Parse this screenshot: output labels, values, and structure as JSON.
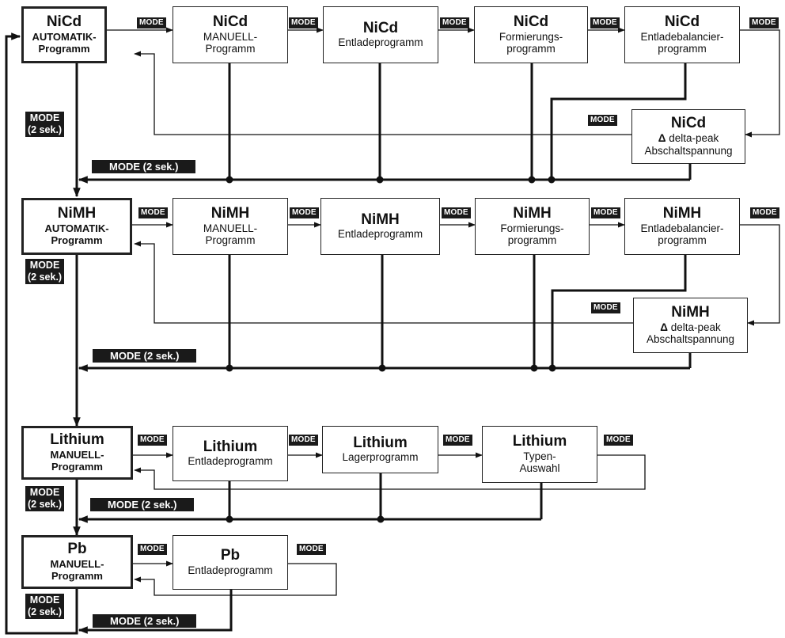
{
  "labels": {
    "mode": "MODE",
    "mode_2s": "MODE\n(2 sek.)",
    "mode_2s_wide": "MODE (2 sek.)",
    "delta_symbol": "Δ"
  },
  "nicd": {
    "title": "NiCd",
    "auto": "AUTOMATIK-\nProgramm",
    "manuell": "MANUELL-\nProgramm",
    "entlade": "Entladeprogramm",
    "formierung": "Formierungs-\nprogramm",
    "balancier": "Entladebalancier-\nprogramm",
    "delta_peak": "delta-peak",
    "abschalt": "Abschaltspannung"
  },
  "nimh": {
    "title": "NiMH",
    "auto": "AUTOMATIK-\nProgramm",
    "manuell": "MANUELL-\nProgramm",
    "entlade": "Entladeprogramm",
    "formierung": "Formierungs-\nprogramm",
    "balancier": "Entladebalancier-\nprogramm",
    "delta_peak": "delta-peak",
    "abschalt": "Abschaltspannung"
  },
  "lithium": {
    "title": "Lithium",
    "manuell": "MANUELL-\nProgramm",
    "entlade": "Entladeprogramm",
    "lager": "Lagerprogramm",
    "typen": "Typen-\nAuswahl"
  },
  "pb": {
    "title": "Pb",
    "manuell": "MANUELL-\nProgramm",
    "entlade": "Entladeprogramm"
  }
}
